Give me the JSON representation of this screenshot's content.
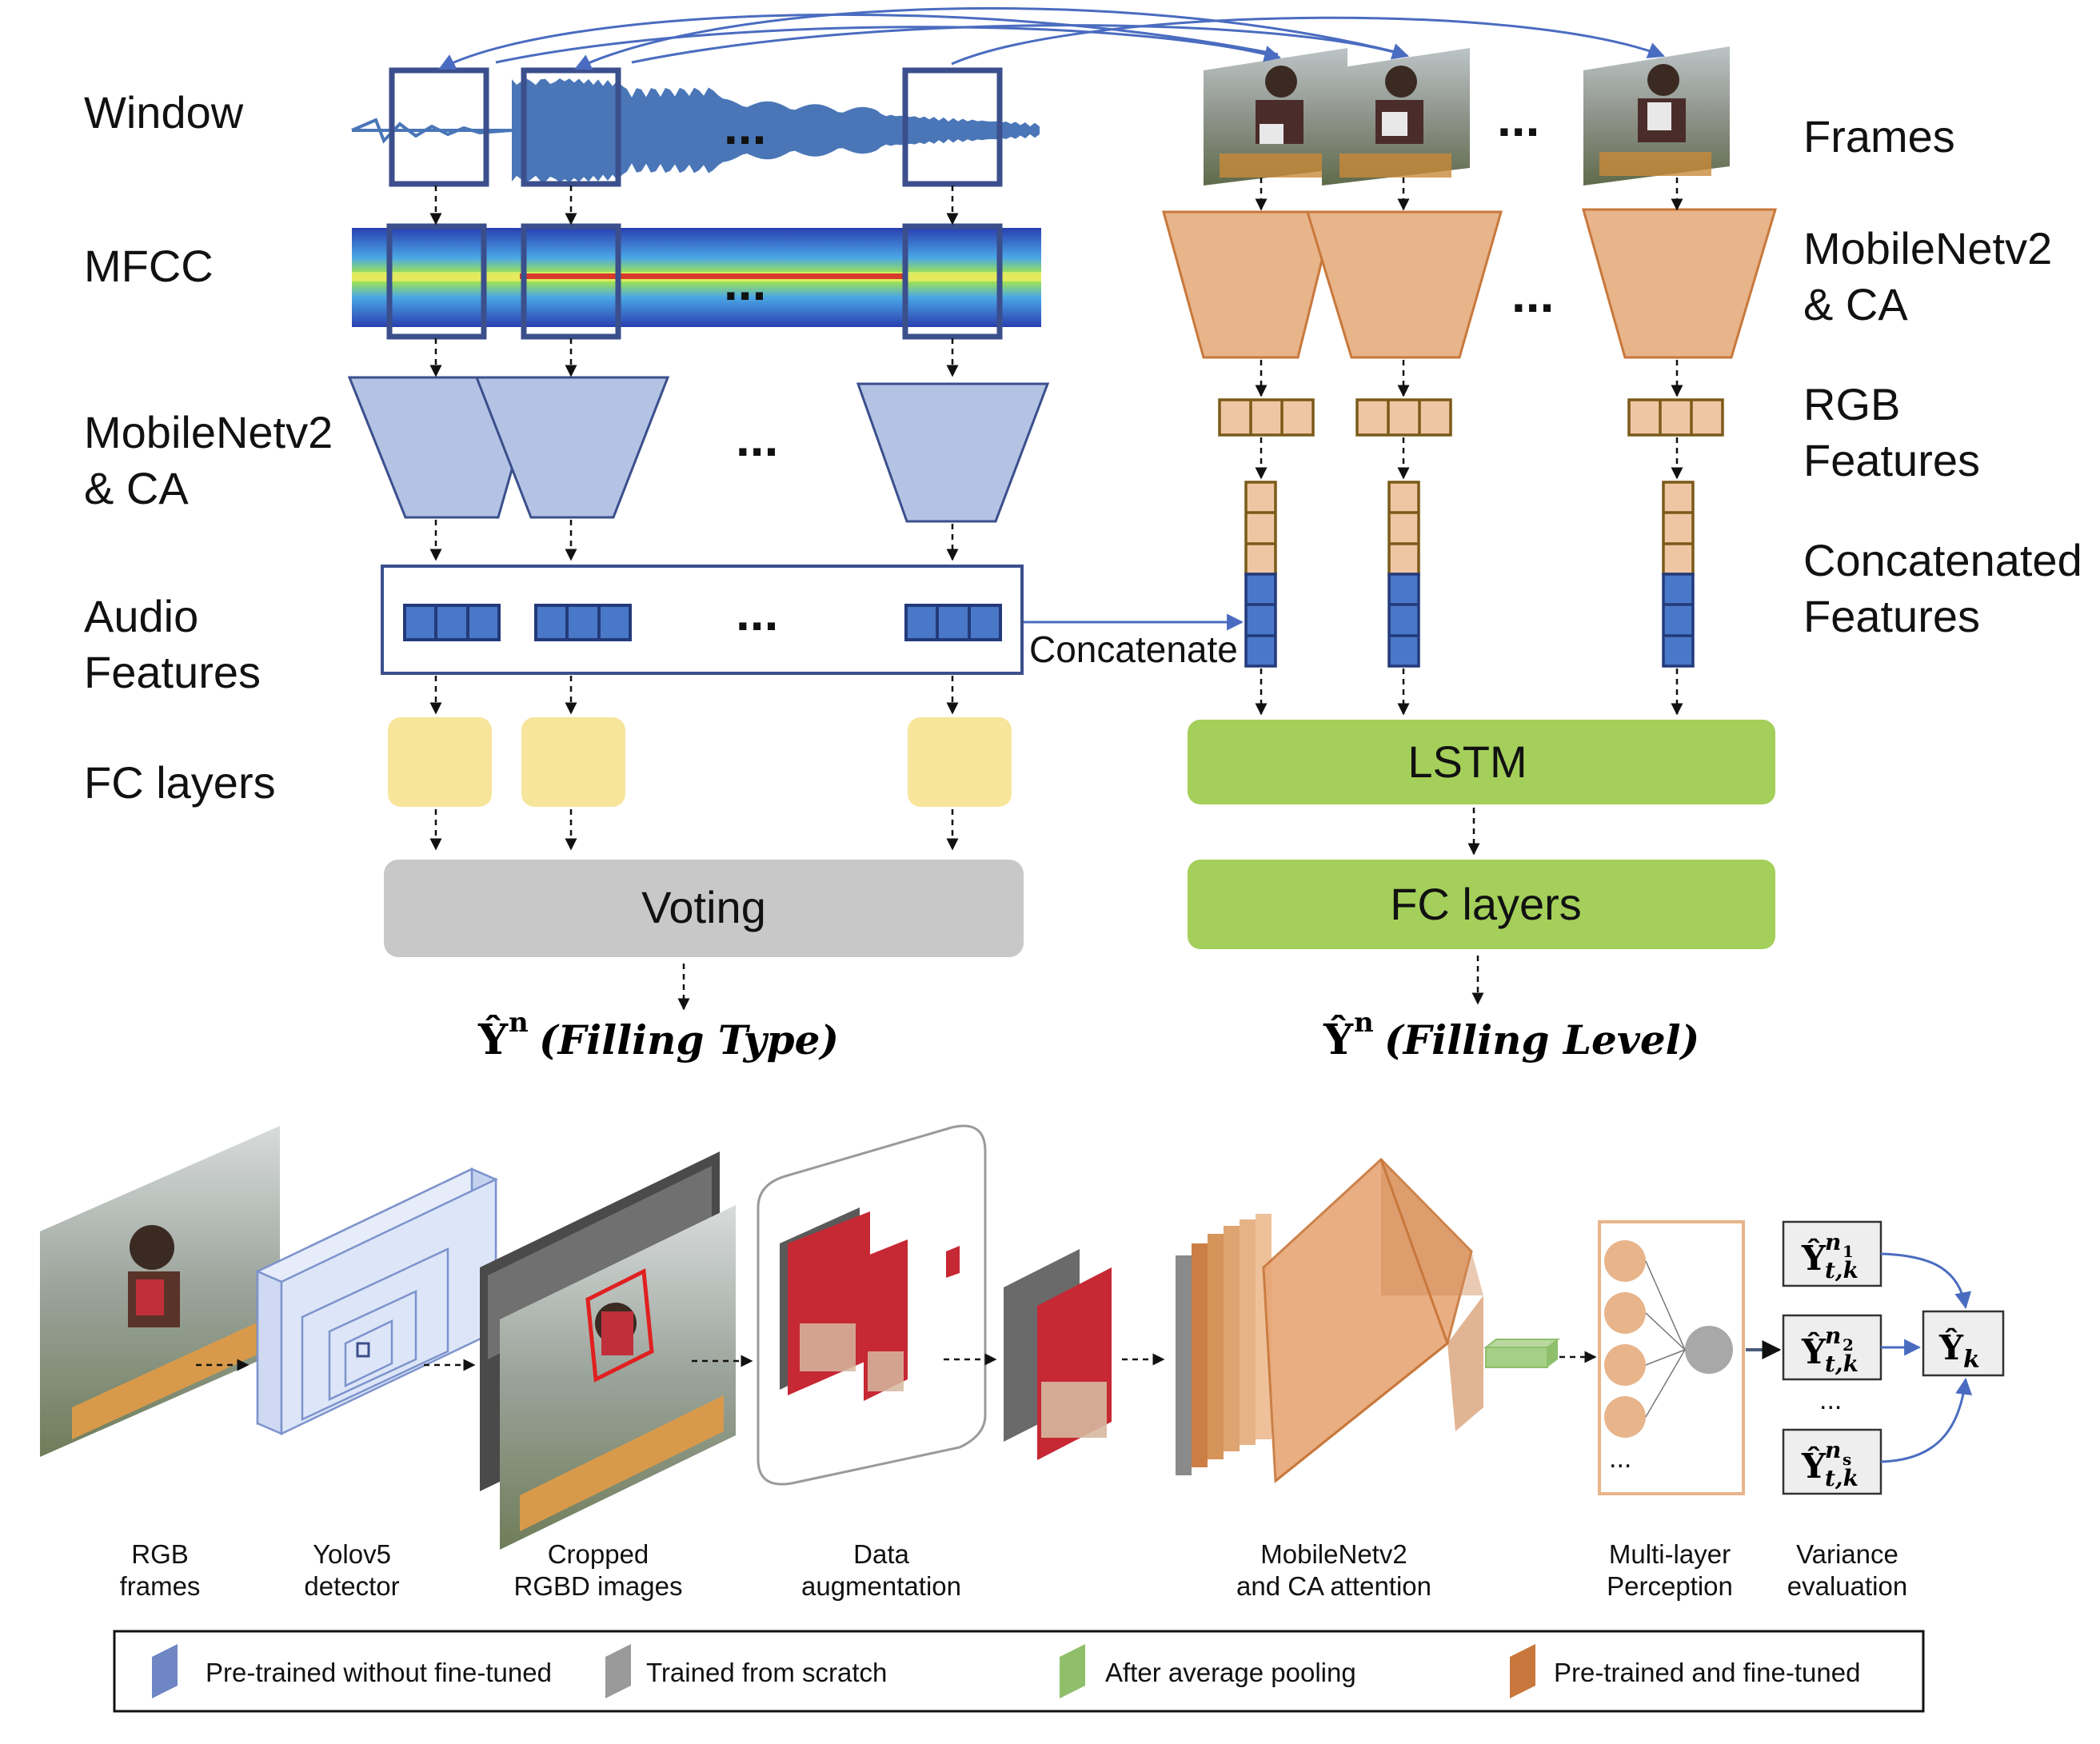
{
  "top": {
    "left_labels": {
      "window": "Window",
      "mfcc": "MFCC",
      "mobilenet_line1": "MobileNetv2",
      "mobilenet_line2": "& CA",
      "audio_line1": "Audio",
      "audio_line2": "Features",
      "fc": "FC layers"
    },
    "right_labels": {
      "frames": "Frames",
      "mobilenet_line1": "MobileNetv2",
      "mobilenet_line2": "& CA",
      "rgb_line1": "RGB",
      "rgb_line2": "Features",
      "concat_line1": "Concatenated",
      "concat_line2": "Features"
    },
    "ellipsis": "...",
    "concatenate": "Concatenate",
    "voting": "Voting",
    "lstm": "LSTM",
    "fc_layers": "FC layers",
    "output_type": {
      "symbol": "Ŷ",
      "sup": "n",
      "text": "(Filling Type)"
    },
    "output_level": {
      "symbol": "Ŷ",
      "sup": "n",
      "text": "(Filling Level)"
    }
  },
  "bottom": {
    "captions": [
      {
        "line1": "RGB",
        "line2": "frames"
      },
      {
        "line1": "Yolov5",
        "line2": "detector"
      },
      {
        "line1": "Cropped",
        "line2": "RGBD images"
      },
      {
        "line1": "Data",
        "line2": "augmentation"
      },
      {
        "line1": "MobileNetv2",
        "line2": "and CA attention"
      },
      {
        "line1": "Multi-layer",
        "line2": "Perception"
      },
      {
        "line1": "Variance",
        "line2": "evaluation"
      }
    ],
    "mlp_ellipsis": "...",
    "variance_ellipsis": "...",
    "variance_inputs": [
      {
        "symbol": "Ŷ",
        "sup": "n",
        "sup_sub": "1",
        "sub": "t,k"
      },
      {
        "symbol": "Ŷ",
        "sup": "n",
        "sup_sub": "2",
        "sub": "t,k"
      },
      {
        "symbol": "Ŷ",
        "sup": "n",
        "sup_sub": "s",
        "sub": "t,k"
      }
    ],
    "variance_output": {
      "symbol": "Ŷ",
      "sub": "k"
    }
  },
  "legend": [
    {
      "label": "Pre-trained without fine-tuned",
      "color": "#6f86c4",
      "icon": "blue-slab-icon"
    },
    {
      "label": "Trained from scratch",
      "color": "#9a9a9a",
      "icon": "gray-slab-icon"
    },
    {
      "label": "After average pooling",
      "color": "#8fbf6b",
      "icon": "green-slab-icon"
    },
    {
      "label": "Pre-trained and fine-tuned",
      "color": "#c8783c",
      "icon": "orange-slab-icon"
    }
  ],
  "colors": {
    "audio_blue": "#b4c3e4",
    "rgb_orange": "#e8b48a",
    "fc_yellow": "#f8e59c",
    "voting_gray": "#c8c8c8",
    "lstm_green": "#a4cf5a",
    "window_border": "#3b4f8c"
  }
}
